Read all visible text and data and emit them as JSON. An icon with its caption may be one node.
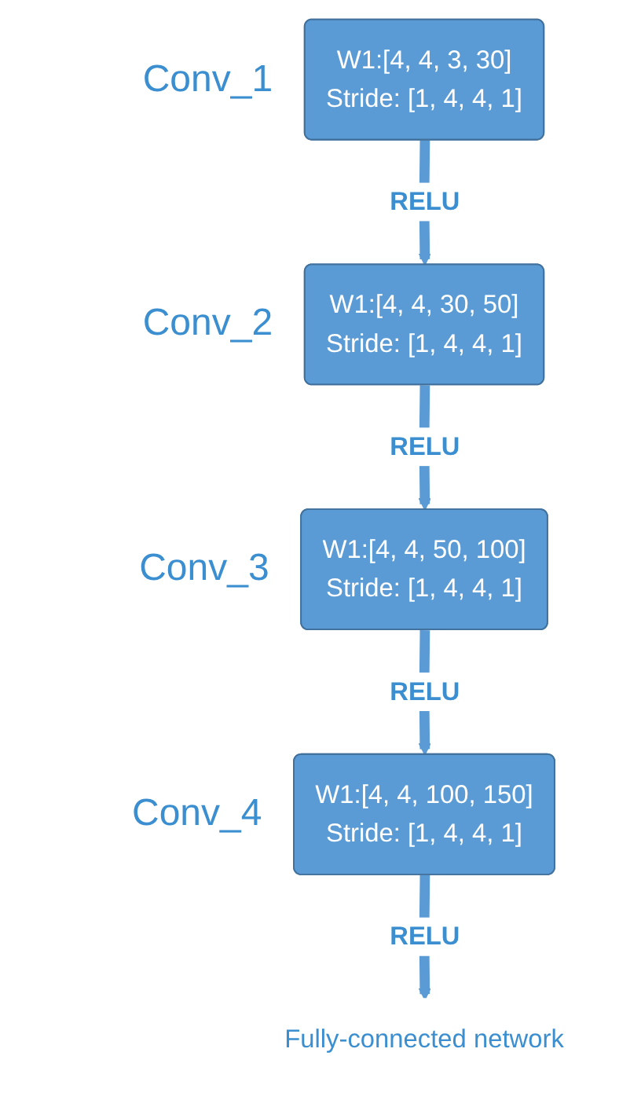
{
  "diagram": {
    "nodes": [
      {
        "text": [
          "W1:[4, 4, 3, 30]",
          "Stride: [1, 4, 4, 1]"
        ],
        "beside": [
          "Conv_1"
        ]
      },
      {
        "text": [
          "W1:[4, 4, 30, 50]",
          "Stride: [1, 4, 4, 1]"
        ],
        "beside": [
          "Conv_2"
        ]
      },
      {
        "text": [
          "W1:[4, 4, 50, 100]",
          "Stride: [1, 4, 4, 1]"
        ],
        "beside": [
          "Conv_3"
        ]
      },
      {
        "text": [
          "W1:[4, 4, 100, 150]",
          "Stride: [1, 4, 4, 1]"
        ],
        "beside": [
          "Conv_4"
        ]
      },
      {
        "text": [
          "Fully-connected network"
        ]
      }
    ],
    "edges": [
      {
        "from": 0,
        "to": 1,
        "arrow": "to",
        "label": "RELU"
      },
      {
        "from": 1,
        "to": 2,
        "arrow": "to",
        "label": "RELU"
      },
      {
        "from": 2,
        "to": 3,
        "arrow": "to",
        "label": "RELU"
      },
      {
        "from": 3,
        "to": 4,
        "arrow": "to",
        "label": "RELU"
      }
    ]
  }
}
